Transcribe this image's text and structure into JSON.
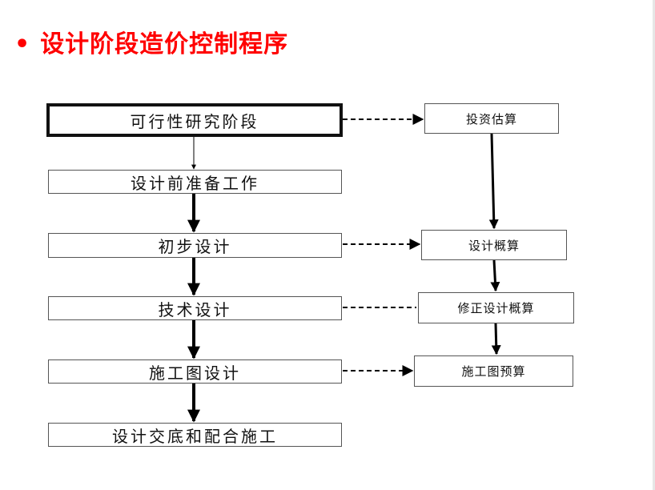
{
  "title": {
    "bullet": "•",
    "text": "设计阶段造价控制程序",
    "color": "#ff0000"
  },
  "stages": [
    "可行性研究阶段",
    "设计前准备工作",
    "初步设计",
    "技术设计",
    "施工图设计",
    "设计交底和配合施工"
  ],
  "cost_docs": [
    "投资估算",
    "设计概算",
    "修正设计概算",
    "施工图预算"
  ]
}
